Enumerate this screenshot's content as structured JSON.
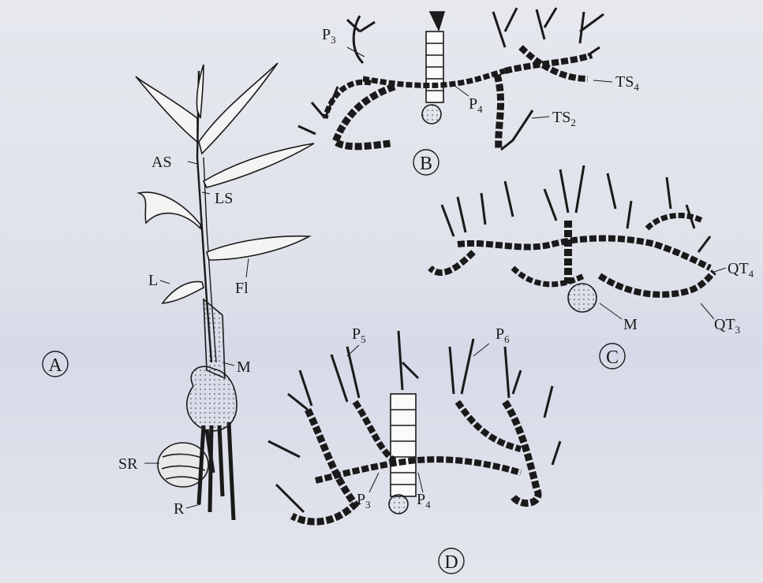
{
  "panels": {
    "A": {
      "letter": "A",
      "labels": {
        "AS": "AS",
        "LS": "LS",
        "L": "L",
        "Fl": "Fl",
        "M": "M",
        "SR": "SR",
        "R": "R"
      }
    },
    "B": {
      "letter": "B",
      "labels": {
        "P3": "P",
        "P3_sub": "3",
        "P4": "P",
        "P4_sub": "4",
        "TS4": "TS",
        "TS4_sub": "4",
        "TS2": "TS",
        "TS2_sub": "2"
      }
    },
    "C": {
      "letter": "C",
      "labels": {
        "QT4": "QT",
        "QT4_sub": "4",
        "QT3": "QT",
        "QT3_sub": "3",
        "M": "M"
      }
    },
    "D": {
      "letter": "D",
      "labels": {
        "P5": "P",
        "P5_sub": "5",
        "P6": "P",
        "P6_sub": "6",
        "P3": "P",
        "P3_sub": "3",
        "P4": "P",
        "P4_sub": "4"
      }
    }
  },
  "colors": {
    "ink": "#1a1a1a",
    "background": "#dfe2ea"
  }
}
